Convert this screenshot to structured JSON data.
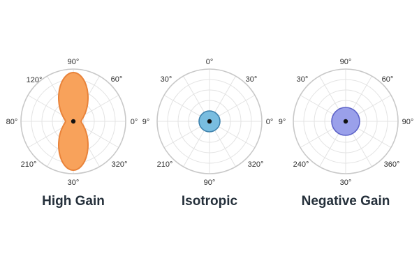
{
  "colors": {
    "ring": "#c8c8c8",
    "grid": "#e3e3e3",
    "high_fill": "#f8a25b",
    "high_stroke": "#e9833a",
    "iso_fill": "#79bde0",
    "iso_stroke": "#3f82ad",
    "neg_fill": "#9aa0ea",
    "neg_stroke": "#5d63c8",
    "center_dot": "#111111",
    "title": "#25303b"
  },
  "panels": [
    {
      "title": "High Gain",
      "labels": {
        "top": "90°",
        "top_left": "120°",
        "top_right": "60°",
        "left": "80°",
        "right": "0°",
        "bottom_left": "210°",
        "bottom_right": "320°",
        "bottom": "30°"
      },
      "pattern": "figure-eight",
      "pattern_color": "orange"
    },
    {
      "title": "Isotropic",
      "labels": {
        "top": "0°",
        "top_left": "30°",
        "top_right": "30°",
        "left": "9°",
        "right": "0°",
        "bottom_left": "210°",
        "bottom_right": "320°",
        "bottom": "90°"
      },
      "pattern": "circle",
      "pattern_color": "blue"
    },
    {
      "title": "Negative Gain",
      "labels": {
        "top": "90°",
        "top_left": "30°",
        "top_right": "60°",
        "left": "9°",
        "right": "90°",
        "bottom_left": "240°",
        "bottom_right": "360°",
        "bottom": "30°"
      },
      "pattern": "circle",
      "pattern_color": "purple"
    }
  ]
}
